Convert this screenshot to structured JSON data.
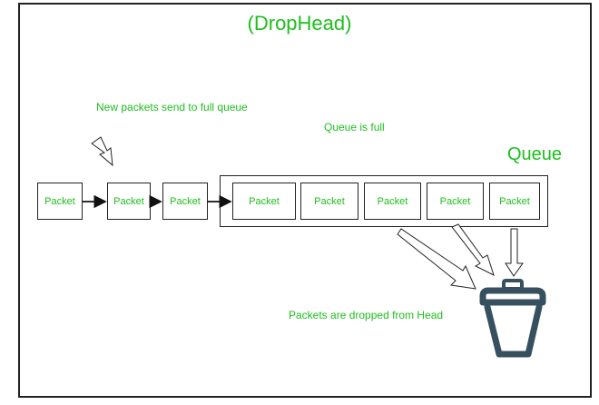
{
  "title": "(DropHead)",
  "labels": {
    "new_packets": "New packets send to full queue",
    "queue_full": "Queue is full",
    "queue": "Queue",
    "dropped": "Packets are dropped from Head"
  },
  "incoming_packets": [
    "Packet",
    "Packet",
    "Packet"
  ],
  "queued_packets": [
    "Packet",
    "Packet",
    "Packet",
    "Packet",
    "Packet"
  ],
  "colors": {
    "text_green": "#1dbf1d",
    "border": "#222222",
    "bin": "#37505f"
  },
  "icons": {
    "bin": "trash-bin-icon"
  }
}
